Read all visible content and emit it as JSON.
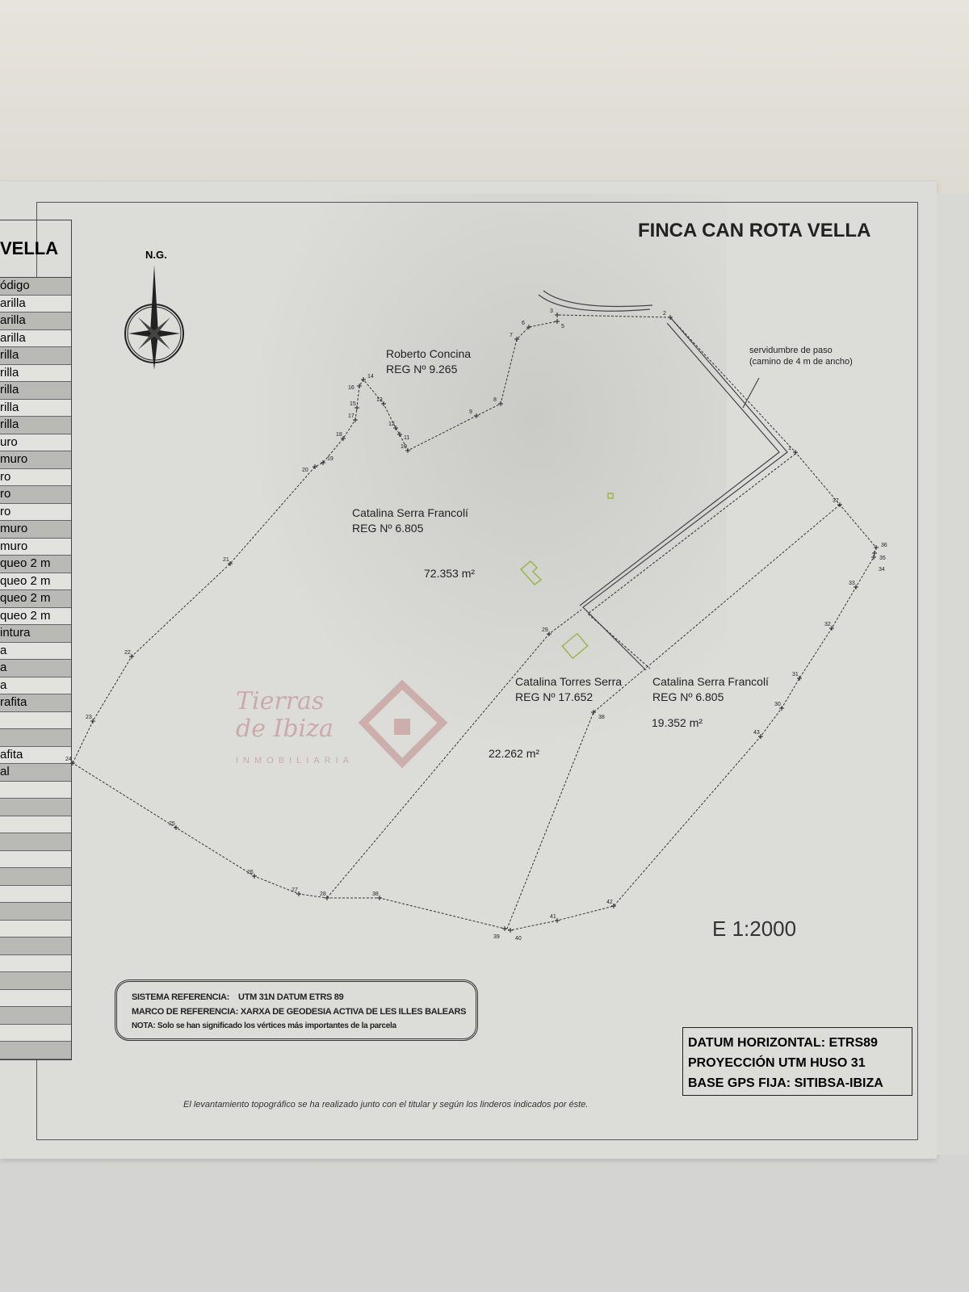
{
  "title": "FINCA CAN ROTA VELLA",
  "north_label": "N.G.",
  "legend_table": {
    "title": "VELLA",
    "rows": [
      "ódigo",
      "arilla",
      "arilla",
      "arilla",
      "rilla",
      "rilla",
      "rilla",
      "rilla",
      "rilla",
      "uro",
      "muro",
      "ro",
      "ro",
      "ro",
      "muro",
      "muro",
      "queo 2 m",
      "queo 2 m",
      "queo 2 m",
      "queo 2 m",
      "intura",
      "a",
      "a",
      "a",
      "rafita",
      "",
      "",
      "afita",
      "al",
      "",
      "",
      "",
      "",
      "",
      "",
      "",
      "",
      "",
      "",
      "",
      "",
      "",
      "",
      "",
      ""
    ]
  },
  "parcels": [
    {
      "owner": "Roberto Concina",
      "reg": "REG Nº 9.265"
    },
    {
      "owner": "Catalina  Serra Francolí",
      "reg": "REG Nº 6.805",
      "area": "72.353 m²"
    },
    {
      "owner": "Catalina Torres Serra",
      "reg": "REG Nº 17.652",
      "area": "22.262 m²"
    },
    {
      "owner": "Catalina  Serra Francolí",
      "reg": "REG Nº 6.805",
      "area": "19.352 m²"
    }
  ],
  "easement": {
    "line1": "servidumbre de paso",
    "line2": "(camino de 4 m de ancho)"
  },
  "scale": "E  1:2000",
  "reference": {
    "line1_label": "SISTEMA REFERENCIA:",
    "line1_value": "UTM 31N  DATUM ETRS 89",
    "line2_label": "MARCO DE REFERENCIA:",
    "line2_value": "XARXA DE GEODESIA ACTIVA DE LES ILLES BALEARS",
    "note": "NOTA: Solo se han significado los vértices más importantes de la parcela"
  },
  "datum": [
    "DATUM HORIZONTAL: ETRS89",
    "PROYECCIÓN UTM HUSO 31",
    "BASE GPS FIJA: SITIBSA-IBIZA"
  ],
  "footnote": "El levantamiento topográfico se ha realizado junto con el titular y según los linderos indicados por éste.",
  "watermark": {
    "line1": "Tierras",
    "line2": "de Ibiza",
    "sub": "INMOBILIARIA"
  },
  "vertex_labels": [
    "24",
    "23",
    "22",
    "21",
    "20",
    "19",
    "18",
    "17",
    "15",
    "16",
    "14",
    "13",
    "12",
    "11",
    "10",
    "9",
    "8",
    "7",
    "6",
    "5",
    "3",
    "2",
    "1",
    "37",
    "36",
    "35",
    "34",
    "33",
    "32",
    "31",
    "30",
    "43",
    "42",
    "41",
    "40",
    "39",
    "38",
    "28",
    "27",
    "26",
    "25",
    "29",
    "38"
  ],
  "colors": {
    "paper": "#dcdcd8",
    "ink": "#333333",
    "building": "#9bb54a",
    "watermark": "#c08a8a"
  }
}
